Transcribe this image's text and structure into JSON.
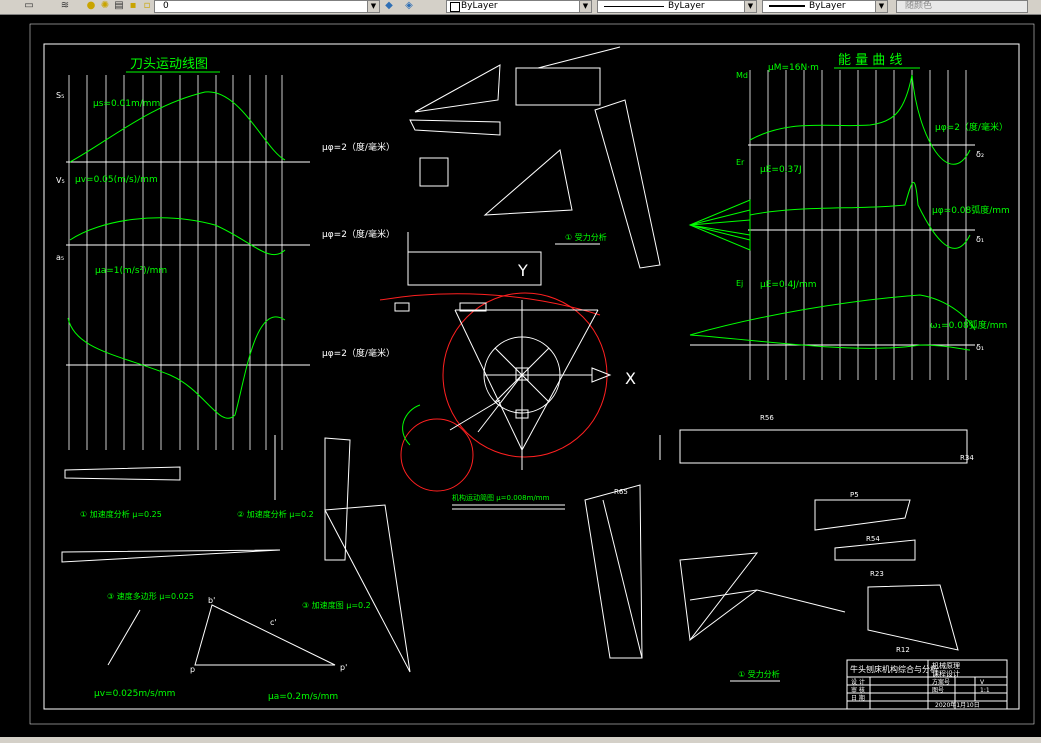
{
  "toolbar": {
    "layer_value": "0",
    "color_value": "ByLayer",
    "linetype_value": "ByLayer",
    "lineweight_value": "ByLayer",
    "plotstyle_value": "随颜色"
  },
  "drawing": {
    "title_left": "刀头运动线图",
    "title_right": "能 量 曲 线",
    "left_plots": {
      "s_axis": "S₅",
      "s_scale": "μs=0.01m/mm",
      "v_axis": "V₅",
      "v_scale": "μv=0.05(m/s)/mm",
      "a_axis": "a₅",
      "a_scale": "μa=1(m/s²)/mm",
      "phi_scale_1": "μφ=2（度/毫米）",
      "phi_scale_2": "μφ=2（度/毫米）",
      "phi_scale_3": "μφ=2（度/毫米）"
    },
    "right_plots": {
      "md_axis": "Md",
      "md_scale": "μM=16N·m",
      "phi_scale_1": "μφ=2（度/毫米）",
      "delta_1": "δ₂",
      "er_axis": "Er",
      "er_scale": "μE=0.37J",
      "ej_scale": "μφ=0.08弧度/mm",
      "delta_2": "δ₁",
      "ej_axis": "Ej",
      "ej_scale_2": "μE=0.4J/mm",
      "delta_3": "δ₁",
      "omega_label": "ω₁=0.08弧度/mm"
    },
    "center": {
      "y_label": "Y",
      "x_label": "X",
      "force_note": "① 受力分析",
      "mechanism_title": "机构运动简图  μ=0.008m/mm"
    },
    "left_bottom": {
      "speed_1": "① 加速度分析  μ=0.25",
      "speed_2": "② 加速度分析  μ=0.2",
      "speed_3": "③ 速度多边形  μ=0.025",
      "speed_4": "③ 加速度图  μ=0.2",
      "mu_v": "μv=0.025m/s/mm",
      "mu_a": "μa=0.2m/s/mm",
      "pt_p": "p",
      "pt_b": "b'",
      "pt_c": "c'",
      "pt_p2": "p'"
    },
    "right_bottom": {
      "label_r34": "R34",
      "label_r56": "R56",
      "label_r65": "R65",
      "label_p5": "P5",
      "label_r54": "R54",
      "label_r23": "R23",
      "label_r12": "R12",
      "force_note_2": "① 受力分析"
    },
    "title_block": {
      "project": "牛头刨床机构综合与分析",
      "school": "机械原理",
      "course": "课程设计",
      "row1_a": "设 计",
      "row2_a": "审 核",
      "row3_a": "日 期",
      "sheet_label": "方案号",
      "sheet_no": "V",
      "scale_label": "图号",
      "scale_no": "1:1",
      "date": "2020年1月10日"
    }
  }
}
